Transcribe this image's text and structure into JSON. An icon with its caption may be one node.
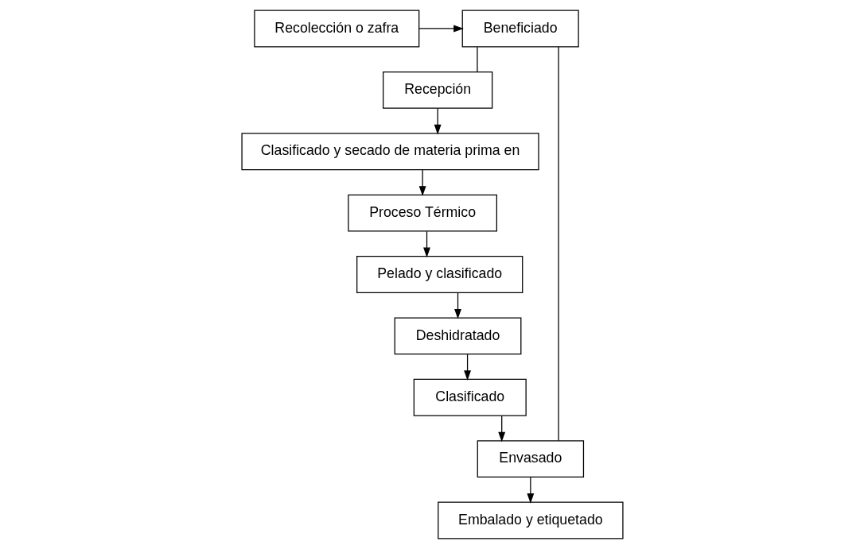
{
  "diagram": {
    "nodes": [
      {
        "text": [
          "Recolección o zafra"
        ]
      },
      {
        "text": [
          "Beneficiado"
        ]
      },
      {
        "text": [
          "Recepción"
        ]
      },
      {
        "text": [
          "Clasificado y secado de materia prima en"
        ]
      },
      {
        "text": [
          "Proceso Térmico"
        ]
      },
      {
        "text": [
          "Pelado y clasificado"
        ]
      },
      {
        "text": [
          "Deshidratado"
        ]
      },
      {
        "text": [
          "Clasificado"
        ]
      },
      {
        "text": [
          "Envasado"
        ]
      },
      {
        "text": [
          "Embalado y etiquetado"
        ]
      }
    ],
    "edges": [
      {
        "from": 0,
        "to": 1,
        "arrow": "to"
      },
      {
        "from": 1,
        "to": 2,
        "arrow": "none"
      },
      {
        "from": 2,
        "to": 3,
        "arrow": "to"
      },
      {
        "from": 3,
        "to": 4,
        "arrow": "to"
      },
      {
        "from": 4,
        "to": 5,
        "arrow": "to"
      },
      {
        "from": 5,
        "to": 6,
        "arrow": "to"
      },
      {
        "from": 6,
        "to": 7,
        "arrow": "to"
      },
      {
        "from": 7,
        "to": 8,
        "arrow": "to"
      },
      {
        "from": 1,
        "to": 8,
        "arrow": "none"
      },
      {
        "from": 8,
        "to": 9,
        "arrow": "to"
      }
    ]
  }
}
